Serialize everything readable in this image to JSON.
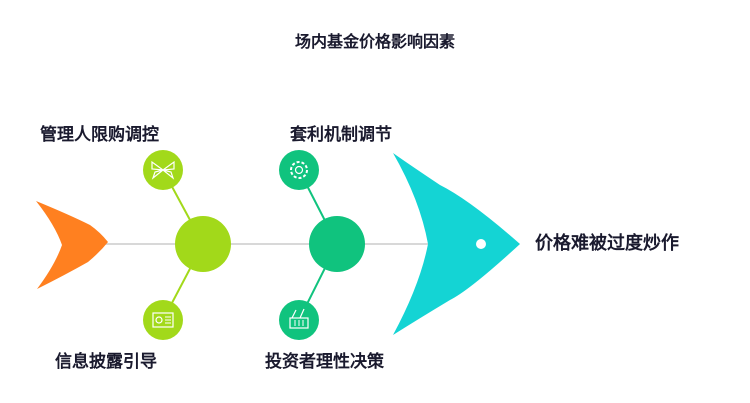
{
  "title": "场内基金价格影响因素",
  "effect": "价格难被过度炒作",
  "causes": [
    {
      "label": "管理人限购调控",
      "icon": "butterfly-icon",
      "color": "#a2d91a"
    },
    {
      "label": "信息披露引导",
      "icon": "folder-document-icon",
      "color": "#a2d91a"
    },
    {
      "label": "套利机制调节",
      "icon": "gear-icon",
      "color": "#10c37e"
    },
    {
      "label": "投资者理性决策",
      "icon": "basket-icon",
      "color": "#10c37e"
    }
  ],
  "colors": {
    "tail": "#ff8020",
    "head": "#14d4d4",
    "spine": "#cccccc"
  }
}
